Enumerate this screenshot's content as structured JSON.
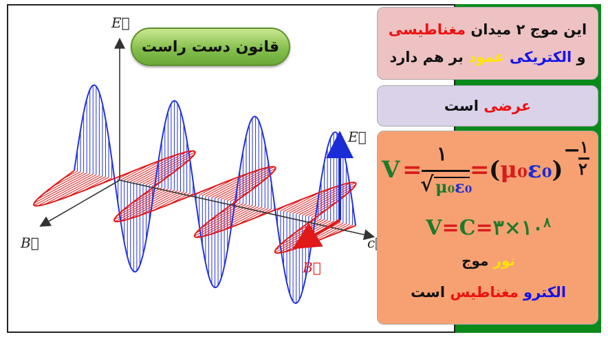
{
  "diagram": {
    "labels": {
      "e_axis": "E⃗",
      "b_axis": "B⃗",
      "c_axis": "c⃗",
      "e_small": "E⃗",
      "b_small": "B⃗"
    },
    "colors": {
      "electric": "#2233dd",
      "magnetic": "#e01919",
      "axis": "#333333"
    }
  },
  "badge": {
    "text": "قانون دست راست"
  },
  "box1": {
    "line1_a": "این موج ۲ میدان ",
    "line1_b": "مغناطیسی",
    "line2_a": "و ",
    "line2_b": "الکتریکی",
    "line2_c": " ",
    "line2_d": "عمود",
    "line2_e": " بر هم دارد"
  },
  "box2": {
    "word": "عرضی",
    "rest": " است"
  },
  "formula": {
    "v": "V",
    "eq": "=",
    "numerator": "۱",
    "sqrt": "√",
    "den_mu": "μ",
    "den_sub1": "₀",
    "den_eps": "ε",
    "den_sub2": "₀",
    "paren_open": "(",
    "mu": "μ",
    "sub1": "₀",
    "eps": "ε",
    "sub2": "₀",
    "paren_close": ")",
    "exp_sign": "−",
    "exp_num": "۱",
    "exp_den": "۲",
    "vc_v": "V",
    "vc_eq1": "=",
    "vc_c": "C",
    "vc_eq2": "=",
    "vc_value": "۳×۱۰",
    "vc_power": "۸"
  },
  "light": {
    "word_nour": "نور",
    "word_mowj": " موج",
    "word_electro": "الکترو",
    "word_space": " ",
    "word_magnetis": "مغناطیس",
    "word_ast": " است"
  }
}
